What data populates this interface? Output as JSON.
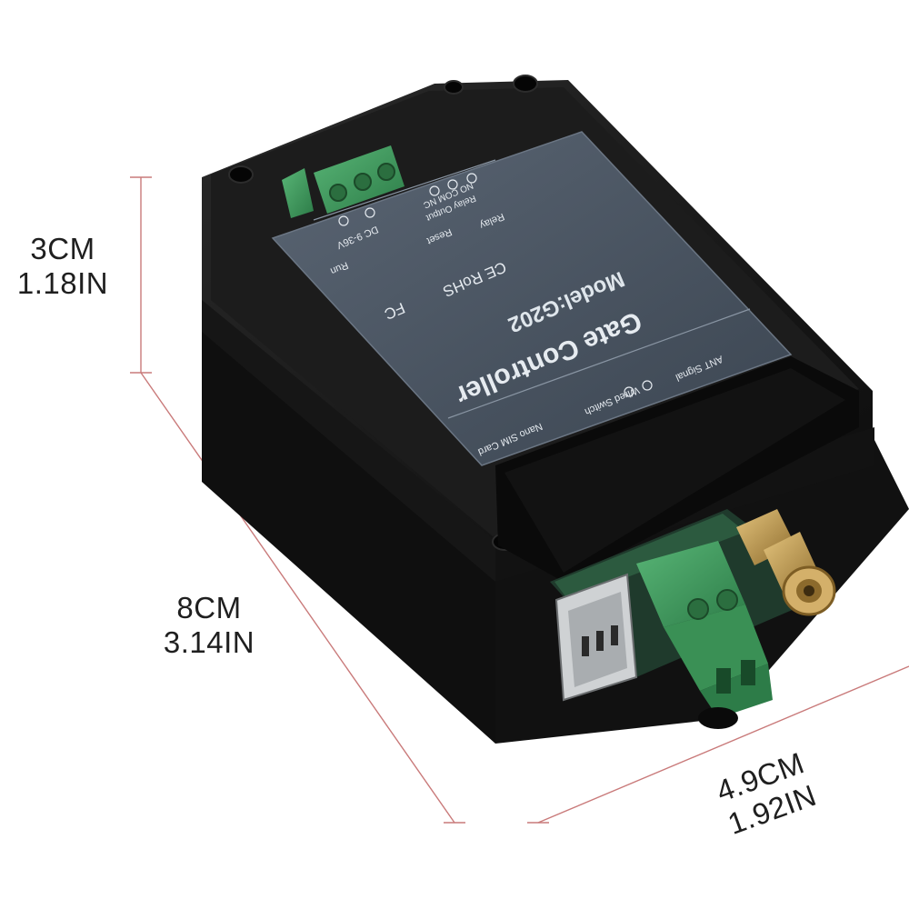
{
  "dimensions": {
    "height": {
      "cm": "3CM",
      "in": "1.18IN"
    },
    "length": {
      "cm": "8CM",
      "in": "3.14IN"
    },
    "width": {
      "cm": "4.9CM",
      "in": "1.92IN"
    }
  },
  "device": {
    "label_title": "Gate Controller",
    "label_model": "Model:G202",
    "label_certs": "CE RoHS",
    "label_fc": "FC",
    "label_power": "DC 9-36V",
    "label_run": "Run",
    "label_relay": "Relay",
    "label_reset": "Reset",
    "label_relay_output": "Relay Output",
    "label_no_com_nc": "NO COM NC",
    "label_ant_signal": "ANT Signal",
    "label_wired_switch": "Wired Switch",
    "label_nano_sim": "Nano SIM Card"
  },
  "colors": {
    "case": "#151515",
    "panel": "#4a5563",
    "terminal": "#3f9a5e",
    "line": "#c97a7a",
    "antenna": "#c7a25a"
  }
}
